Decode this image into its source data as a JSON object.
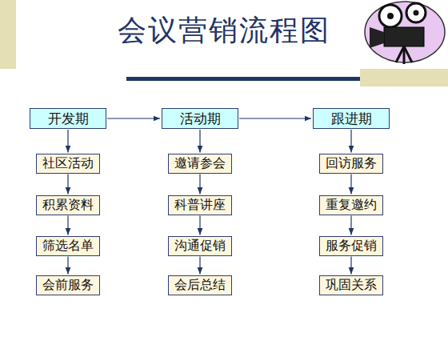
{
  "diagram": {
    "title": "会议营销流程图",
    "nodes": [
      {
        "text": [
          "开发期"
        ]
      },
      {
        "text": [
          "社区活动"
        ]
      },
      {
        "text": [
          "积累资料"
        ]
      },
      {
        "text": [
          "筛选名单"
        ]
      },
      {
        "text": [
          "会前服务"
        ]
      },
      {
        "text": [
          "活动期"
        ]
      },
      {
        "text": [
          "邀请参会"
        ]
      },
      {
        "text": [
          "科普讲座"
        ]
      },
      {
        "text": [
          "沟通促销"
        ]
      },
      {
        "text": [
          "会后总结"
        ]
      },
      {
        "text": [
          "跟进期"
        ]
      },
      {
        "text": [
          "回访服务"
        ]
      },
      {
        "text": [
          "重复邀约"
        ]
      },
      {
        "text": [
          "服务促销"
        ]
      },
      {
        "text": [
          "巩固关系"
        ]
      }
    ],
    "edges": [
      {
        "from": 0,
        "to": 5,
        "arrow": "to"
      },
      {
        "from": 5,
        "to": 10,
        "arrow": "to"
      },
      {
        "from": 0,
        "to": 1,
        "arrow": "to"
      },
      {
        "from": 1,
        "to": 2,
        "arrow": "to"
      },
      {
        "from": 2,
        "to": 3,
        "arrow": "to"
      },
      {
        "from": 3,
        "to": 4,
        "arrow": "to"
      },
      {
        "from": 5,
        "to": 6,
        "arrow": "to"
      },
      {
        "from": 6,
        "to": 7,
        "arrow": "to"
      },
      {
        "from": 7,
        "to": 8,
        "arrow": "to"
      },
      {
        "from": 8,
        "to": 9,
        "arrow": "to"
      },
      {
        "from": 10,
        "to": 11,
        "arrow": "to"
      },
      {
        "from": 11,
        "to": 12,
        "arrow": "to"
      },
      {
        "from": 12,
        "to": 13,
        "arrow": "to"
      },
      {
        "from": 13,
        "to": 14,
        "arrow": "to"
      }
    ]
  }
}
